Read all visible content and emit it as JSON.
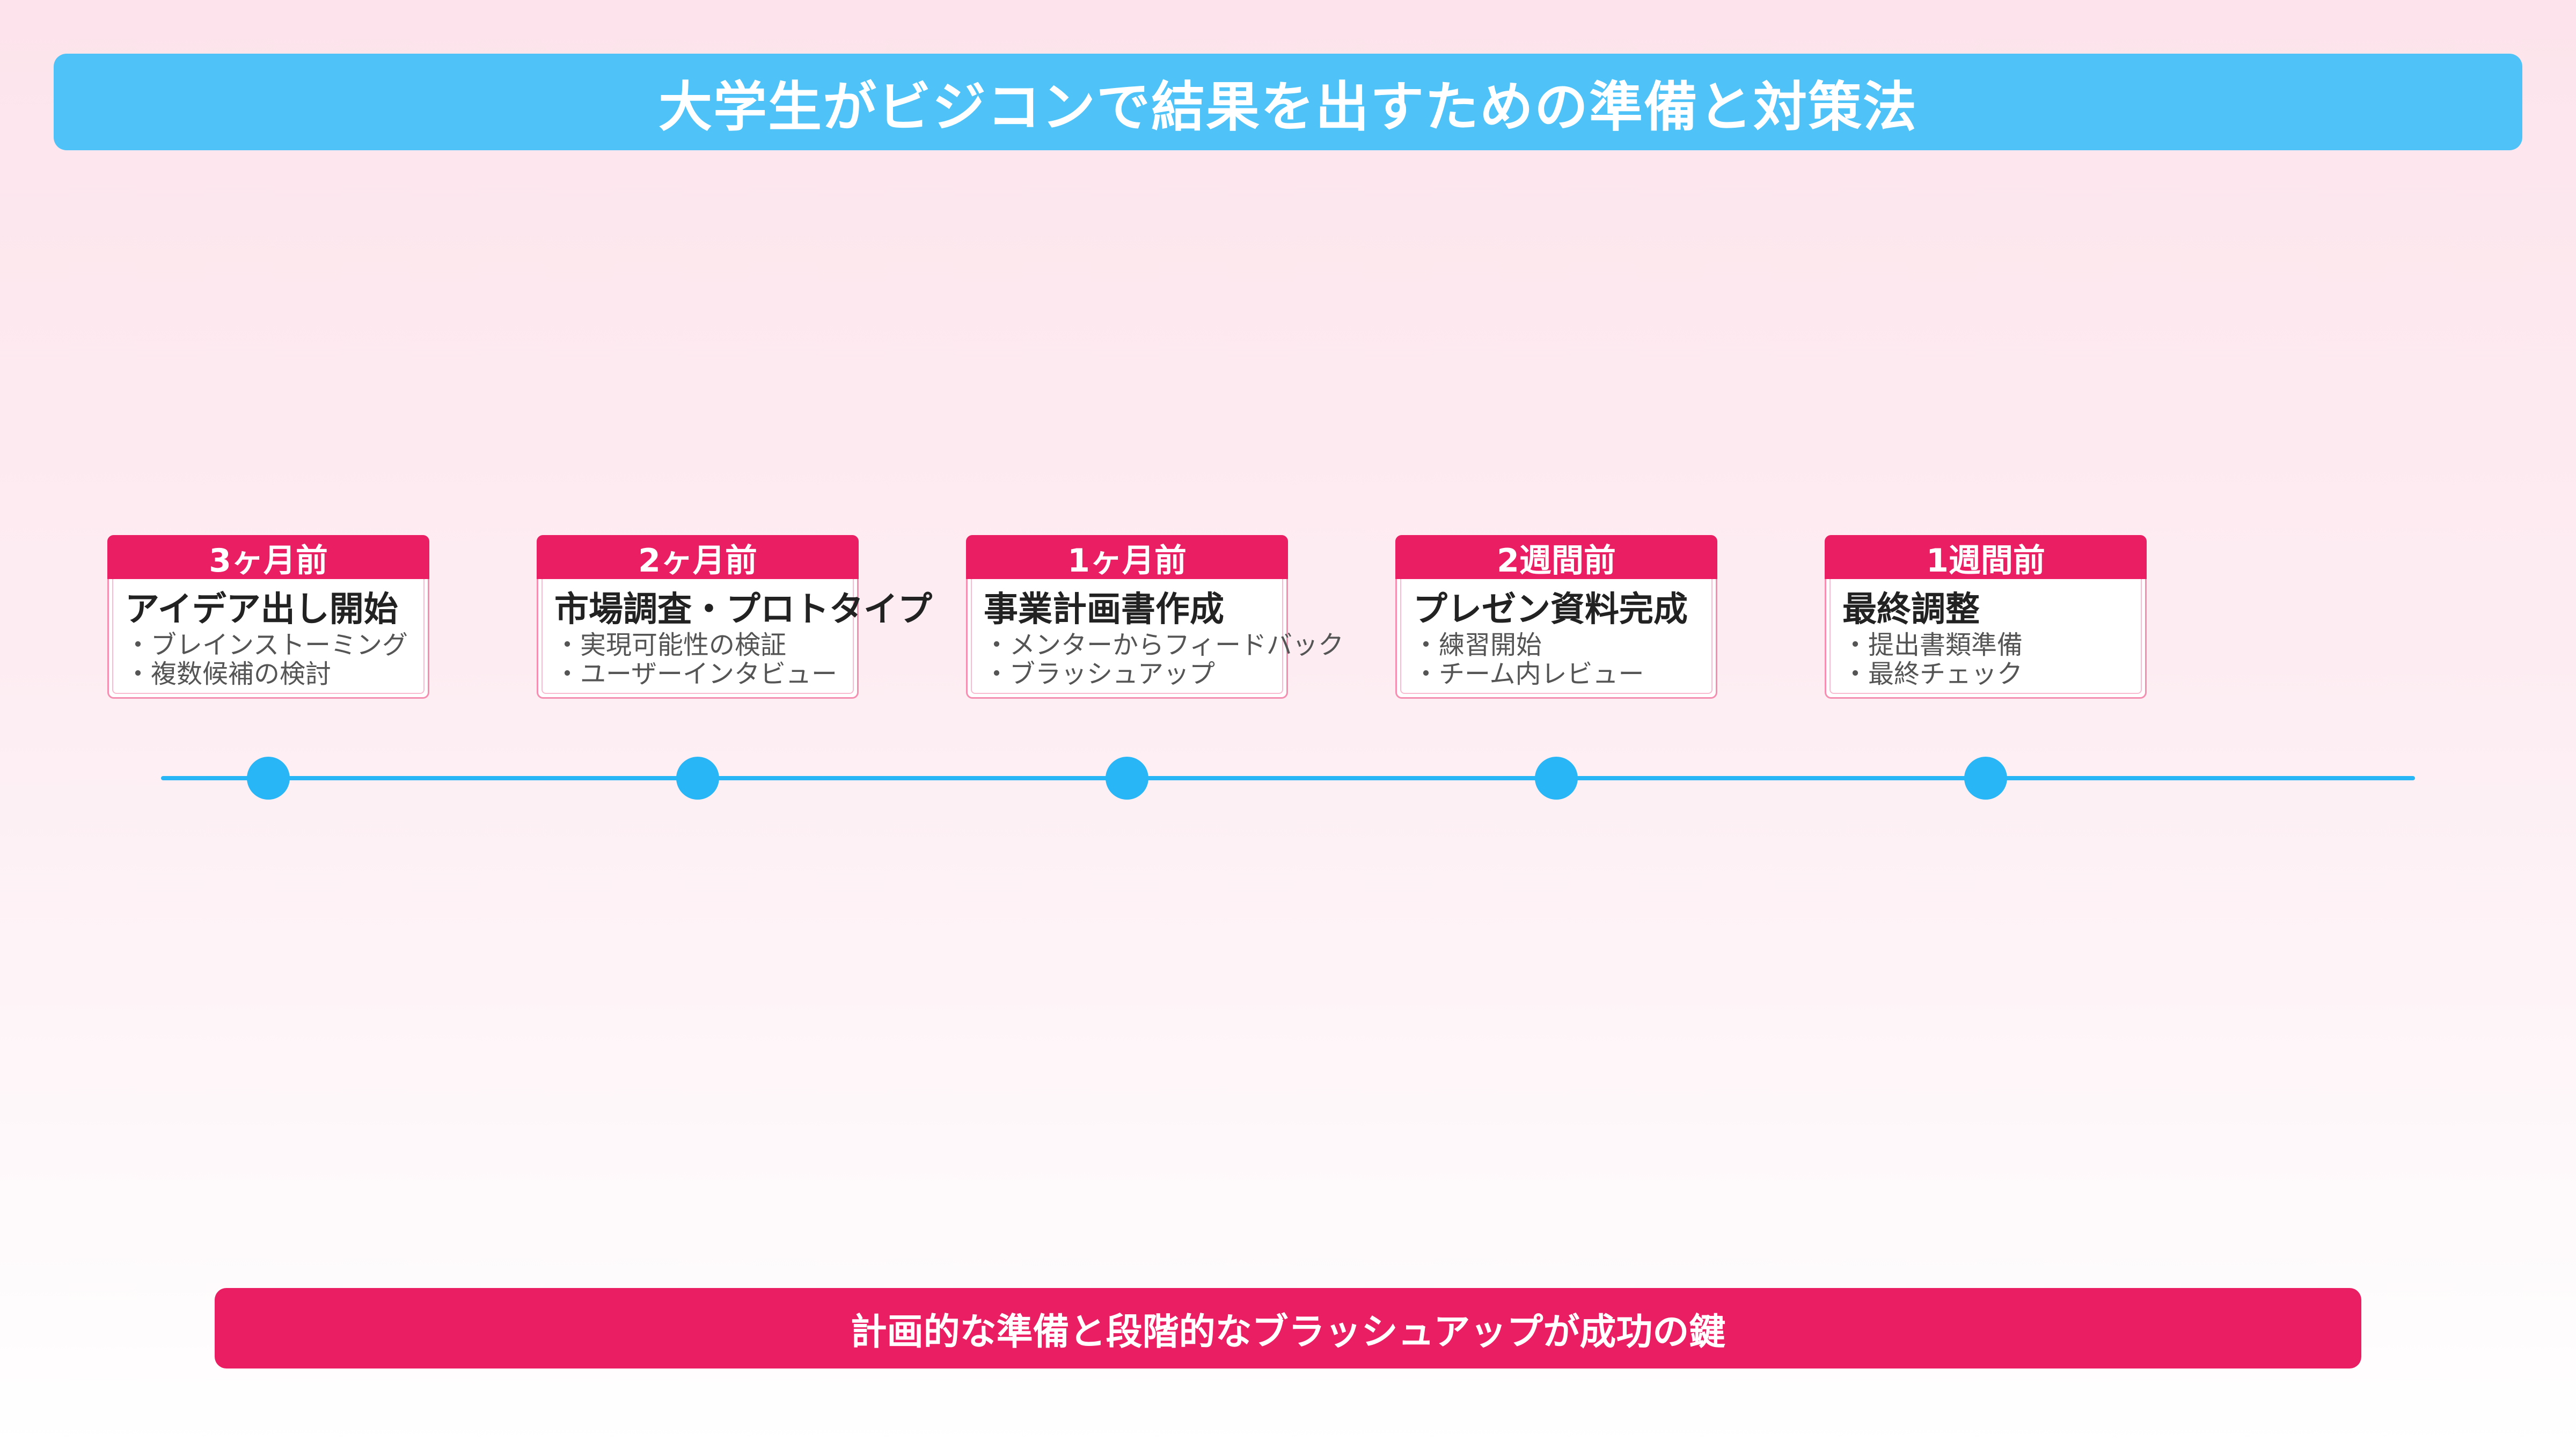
{
  "title": "大学生がビジコンで結果を出すための準備と対策法",
  "steps": [
    {
      "when": "3ヶ月前",
      "title": "アイデア出し開始",
      "items": [
        "・ブレインストーミング",
        "・複数候補の検討"
      ]
    },
    {
      "when": "2ヶ月前",
      "title": "市場調査・プロトタイプ",
      "items": [
        "・実現可能性の検証",
        "・ユーザーインタビュー"
      ]
    },
    {
      "when": "1ヶ月前",
      "title": "事業計画書作成",
      "items": [
        "・メンターからフィードバック",
        "・ブラッシュアップ"
      ]
    },
    {
      "when": "2週間前",
      "title": "プレゼン資料完成",
      "items": [
        "・練習開始",
        "・チーム内レビュー"
      ]
    },
    {
      "when": "1週間前",
      "title": "最終調整",
      "items": [
        "・提出書類準備",
        "・最終チェック"
      ]
    }
  ],
  "conclusion": "計画的な準備と段階的なブラッシュアップが成功の鍵",
  "colors": {
    "accent_blue": "#4fc3f7",
    "timeline_blue": "#29b6f6",
    "accent_pink": "#e91e63"
  }
}
